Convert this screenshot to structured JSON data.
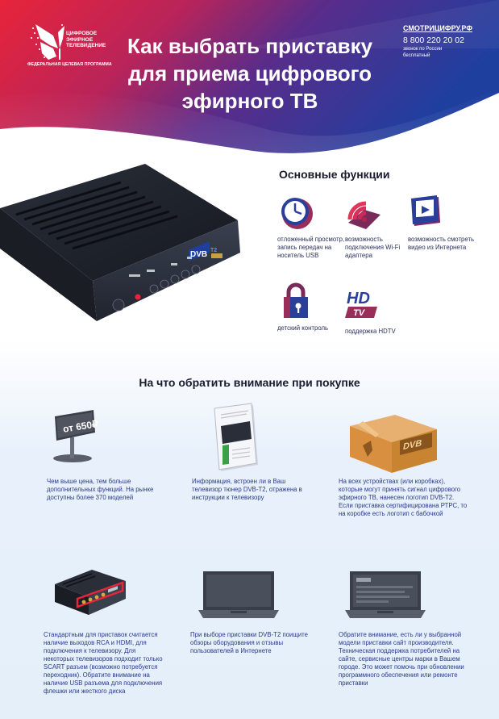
{
  "header": {
    "logo_line1": "ЦИФРОВОЕ",
    "logo_line2": "ЭФИРНОЕ",
    "logo_line3": "ТЕЛЕВИДЕНИЕ",
    "logo_program": "ФЕДЕРАЛЬНАЯ ЦЕЛЕВАЯ ПРОГРАММА",
    "title_line1": "Как выбрать приставку",
    "title_line2": "для приема цифрового",
    "title_line3": "эфирного ТВ",
    "site": "СМОТРИЦИФРУ.РФ",
    "phone": "8 800 220 20 02",
    "phone_note": "звонок по России бесплатный"
  },
  "device": {
    "price_label": "от 650₽",
    "dvb_label": "DVB",
    "t2_label": "T2",
    "hd_label": "HD",
    "tv_label": "TV"
  },
  "functions": {
    "title": "Основные функции",
    "items": [
      {
        "icon": "clock-icon",
        "text": "отложенный просмотр, запись передач на носитель USB"
      },
      {
        "icon": "wifi-icon",
        "text": "возможность подключения Wi-Fi адаптера"
      },
      {
        "icon": "video-play-icon",
        "text": "возможность смотреть видео из Интернета"
      },
      {
        "icon": "lock-icon",
        "text": "детский контроль"
      },
      {
        "icon": "hdtv-icon",
        "text": "поддержка HDTV"
      }
    ]
  },
  "purchase": {
    "title": "На что обратить внимание при покупке",
    "items": [
      {
        "icon": "price-sign-icon",
        "text": "Чем выше цена, тем больше дополнительных функций. На рынке доступны более 370 моделей"
      },
      {
        "icon": "manual-book-icon",
        "text": "Информация, встроен ли в Ваш телевизор тюнер DVB-T2, отражена в инструкции к телевизору"
      },
      {
        "icon": "dvb-box-icon",
        "text": "На всех устройствах (или коробках), которые могут принять сигнал цифрового эфирного ТВ, нанесен логотип DVB-T2. Если приставка сертифицирована РТРС, то на коробке есть логотип с бабочкой"
      },
      {
        "icon": "connectors-icon",
        "text": "Стандартным для приставок считается наличие выходов RCA и HDMI, для подключения к телевизору. Для некоторых телевизоров подходит только SCART разъем (возможно потребуется переходник). Обратите внимание на наличие USB разъема для подключения флешки или жесткого диска"
      },
      {
        "icon": "laptop-reviews-icon",
        "text": "При выборе приставки DVB-T2 поищите обзоры оборудования и отзывы пользователей в Интернете"
      },
      {
        "icon": "laptop-site-icon",
        "text": "Обратите внимание, есть ли у выбранной модели приставки сайт производителя. Техническая поддержка потребителей на сайте, сервисные центры марки в Вашем городе. Это может помочь при обновлении программного обеспечения или ремонте приставки"
      }
    ]
  },
  "colors": {
    "red": "#e4253a",
    "purple": "#6a2c8e",
    "blue": "#1f3f9f",
    "text_blue": "#2a3a8a"
  }
}
